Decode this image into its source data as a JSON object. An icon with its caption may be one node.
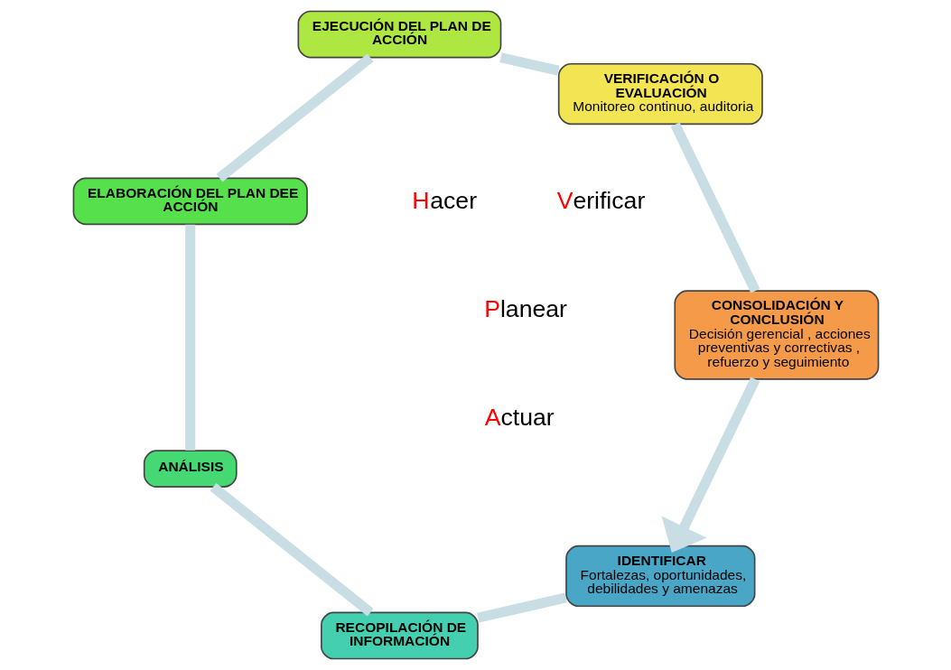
{
  "diagram": {
    "nodes": [
      {
        "text": [
          "IDENTIFICAR",
          "Fortalezas, oportunidades, debilidades y amenazas"
        ]
      },
      {
        "text": [
          "RECOPILACIÓN DE INFORMACIÓN"
        ]
      },
      {
        "text": [
          "ANÁLISIS"
        ]
      },
      {
        "text": [
          "ELABORACIÓN DEL PLAN DEE ACCIÓN"
        ]
      },
      {
        "text": [
          "EJECUCIÓN DEL PLAN DE ACCIÓN"
        ]
      },
      {
        "text": [
          "VERIFICACIÓN O EVALUACIÓN",
          "Monitoreo continuo, auditoria"
        ]
      },
      {
        "text": [
          "CONSOLIDACIÓN Y CONCLUSIÓN",
          "Decisión gerencial , acciones preventivas y correctivas , refuerzo y seguimiento"
        ]
      }
    ],
    "edges": [
      {
        "from": 0,
        "to": 1,
        "arrow": "none"
      },
      {
        "from": 1,
        "to": 2,
        "arrow": "none"
      },
      {
        "from": 2,
        "to": 3,
        "arrow": "none"
      },
      {
        "from": 3,
        "to": 4,
        "arrow": "none"
      },
      {
        "from": 4,
        "to": 5,
        "arrow": "none"
      },
      {
        "from": 5,
        "to": 6,
        "arrow": "none"
      },
      {
        "from": 6,
        "to": 0,
        "arrow": "to"
      }
    ],
    "labels": [
      "Planear",
      "Actuar",
      "Verificar",
      "Hacer"
    ]
  }
}
